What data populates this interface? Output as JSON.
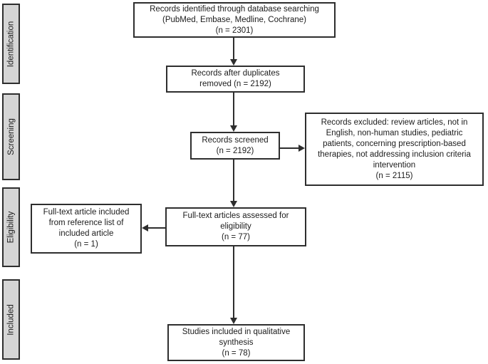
{
  "stages": [
    {
      "label": "Identification"
    },
    {
      "label": "Screening"
    },
    {
      "label": "Eligibility"
    },
    {
      "label": "Included"
    }
  ],
  "boxes": {
    "identified": {
      "text": "Records identified through database searching\n(PubMed, Embase, Medline, Cochrane)\n(n = 2301)"
    },
    "duplicates_removed": {
      "text": "Records after duplicates\nremoved (n = 2192)"
    },
    "screened": {
      "text": "Records screened\n(n = 2192)"
    },
    "excluded": {
      "text": "Records excluded: review articles, not in\nEnglish, non-human studies, pediatric\npatients, concerning prescription-based\ntherapies, not addressing inclusion criteria\nintervention\n(n = 2115)"
    },
    "fulltext_assessed": {
      "text": "Full-text articles assessed for\neligibility\n(n = 77)"
    },
    "reference_included": {
      "text": "Full-text article included\nfrom reference list of\nincluded article\n(n = 1)"
    },
    "qualitative_synthesis": {
      "text": "Studies included in qualitative\nsynthesis\n(n = 78)"
    }
  },
  "colors": {
    "background": "#ffffff",
    "box_border": "#2e2e2e",
    "stage_fill": "#d5d5d5",
    "text": "#1c1c1c"
  }
}
